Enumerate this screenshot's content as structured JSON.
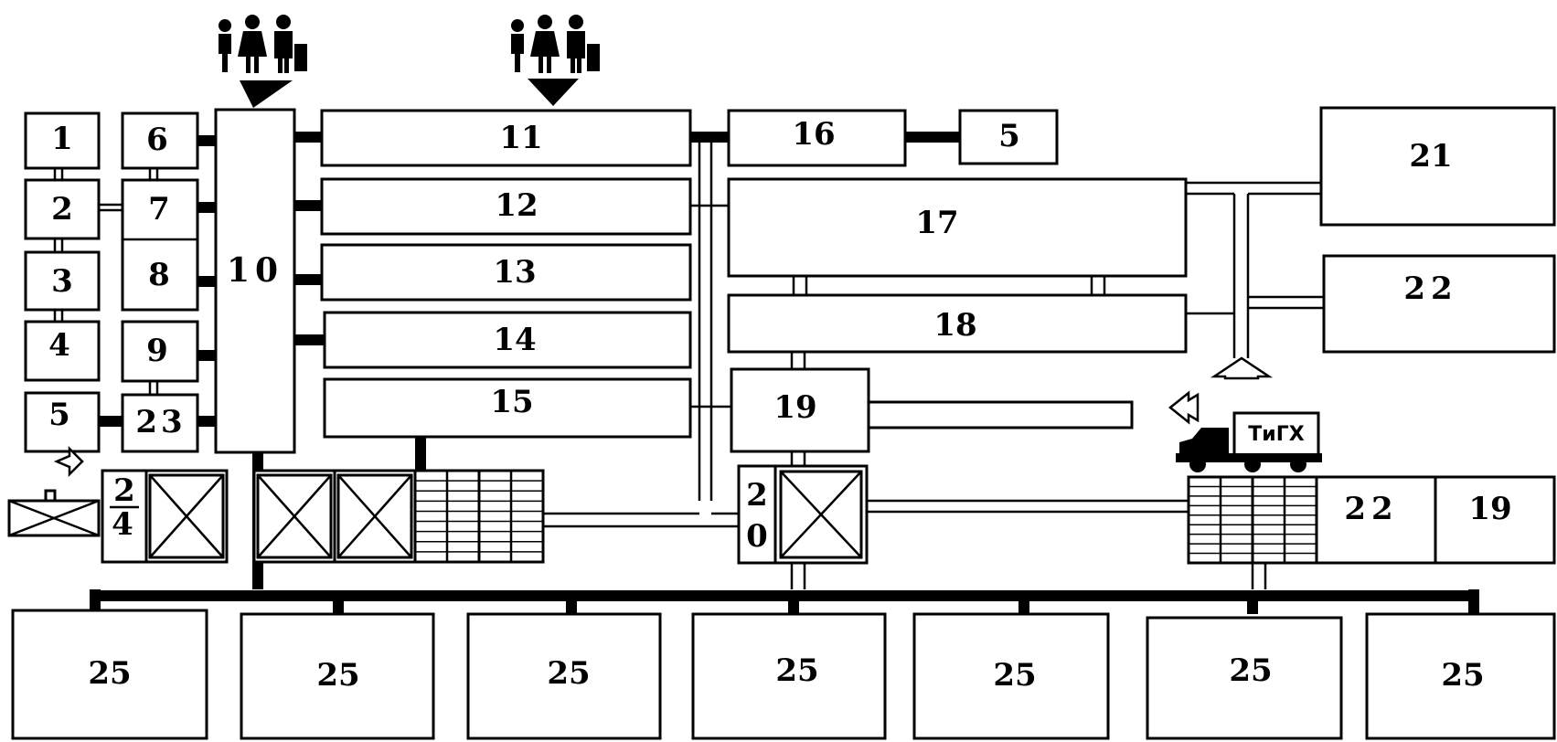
{
  "labels": {
    "b1": "1",
    "b2": "2",
    "b3": "3",
    "b4": "4",
    "b5": "5",
    "b6": "6",
    "b7": "7",
    "b8": "8",
    "b9": "9",
    "b10": "10",
    "b11": "11",
    "b12": "12",
    "b13": "13",
    "b14": "14",
    "b15": "15",
    "b16": "16",
    "b5b": "5",
    "b17": "17",
    "b18": "18",
    "b19": "19",
    "b21": "21",
    "b22": "22",
    "b23": "23",
    "b24a": "2",
    "b24b": "4",
    "b20a": "2",
    "b20b": "0",
    "b22b": "22",
    "b19b": "19",
    "b25": "25"
  },
  "truck_text": "ТиГХ",
  "icons": [
    "people-icon",
    "down-arrow-icon",
    "truck-icon",
    "left-arrow-icon",
    "up-arrow-icon",
    "crossed-box-icon",
    "grid-panel-icon"
  ]
}
